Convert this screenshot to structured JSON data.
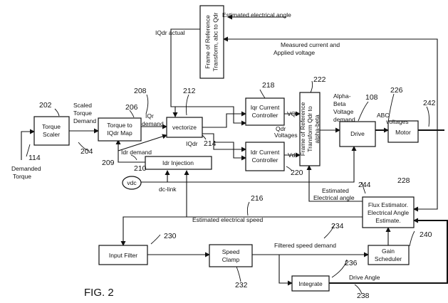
{
  "figure_label": "FIG. 2",
  "blocks": {
    "torque_scaler": [
      "Torque",
      "Scaler"
    ],
    "torque_map": [
      "Torque to",
      "IQdr Map"
    ],
    "vectorize": "vectorize",
    "iqr_controller": [
      "Iqr Current",
      "Controller"
    ],
    "idr_controller": [
      "Idr Current",
      "Controller"
    ],
    "idr_injection": "Idr Injection",
    "transform_top": [
      "Frame of Reference",
      "Transform, abc to Qdr"
    ],
    "transform_mid": [
      "Frame of Reference",
      "Transform Qdr to",
      "alpha-beta"
    ],
    "drive": "Drive",
    "motor": "Motor",
    "vdc": "vdc",
    "flux_estimator": [
      "Flux Estimator.",
      "Electrical Angle",
      "Estimate."
    ],
    "input_filter": "Input Filter",
    "speed_clamp": [
      "Speed",
      "Clamp"
    ],
    "gain_scheduler": [
      "Gain",
      "Scheduler"
    ],
    "integrate": "Integrate"
  },
  "labels": {
    "estimated_electrical_angle_top": "Estimated electrical angle",
    "iqdr_actual": "IQdr actual",
    "measured_current": [
      "Measured current and",
      "Applied voltage"
    ],
    "scaled_torque_demand": [
      "Scaled",
      "Torque",
      "Demand"
    ],
    "iqr_demand": [
      "IQr",
      "demand"
    ],
    "idr_demand": "Idr demand",
    "iqdr": "IQdr",
    "vqr": "VQr",
    "qdr_voltages": [
      "Qdr",
      "Voltages"
    ],
    "vdr": "Vdr",
    "alpha_beta_voltage_demand": [
      "Alpha-",
      "Beta",
      "Voltage",
      "demand"
    ],
    "abc_voltages": [
      "ABC",
      "voltages"
    ],
    "demanded_torque": [
      "Demanded",
      "Torque"
    ],
    "dc_link": "dc-link",
    "estimated_electrical_angle_mid": [
      "Estimated",
      "Electrical angle"
    ],
    "estimated_electrical_speed": "Estimated electrical speed",
    "filtered_speed_demand": "Filtered speed demand",
    "drive_angle": "Drive Angle"
  },
  "refs": {
    "r202": "202",
    "r206": "206",
    "r208": "208",
    "r212": "212",
    "r218": "218",
    "r222": "222",
    "r108": "108",
    "r226": "226",
    "r242": "242",
    "r204": "204",
    "r114": "114",
    "r209": "209",
    "r210": "210",
    "r214": "214",
    "r220": "220",
    "r244": "244",
    "r228": "228",
    "r216": "216",
    "r230": "230",
    "r234": "234",
    "r240": "240",
    "r236": "236",
    "r232": "232",
    "r238": "238"
  }
}
